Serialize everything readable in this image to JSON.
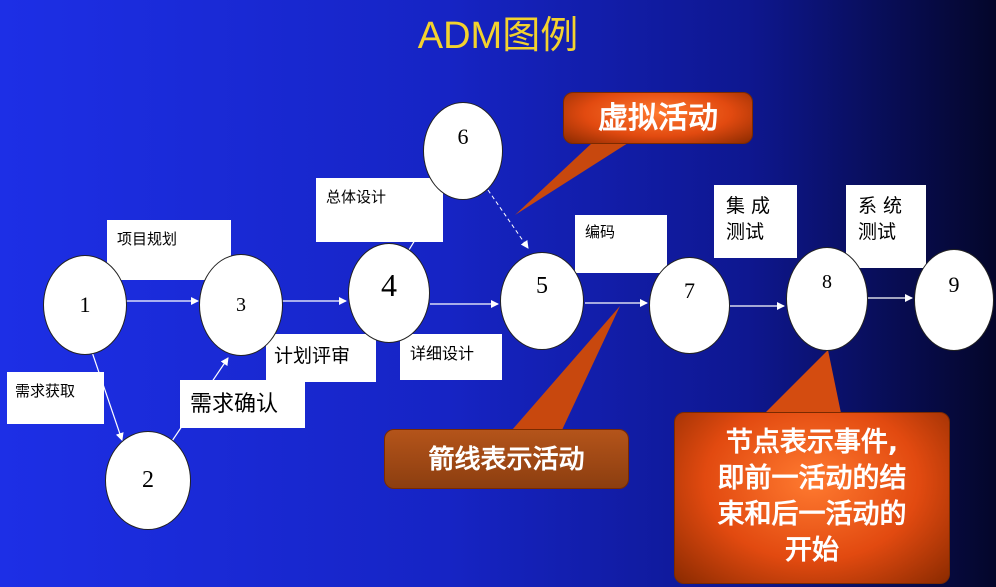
{
  "title": "ADM图例",
  "colors": {
    "title": "#f3d22e",
    "callout": "#e24a10",
    "background": "#1624c4"
  },
  "nodes": {
    "n1": "1",
    "n2": "2",
    "n3": "3",
    "n4": "4",
    "n5": "5",
    "n6": "6",
    "n7": "7",
    "n8": "8",
    "n9": "9"
  },
  "activities": {
    "xuqiu_huoqu": "需求获取",
    "xiangmu_guihua": "项目规划",
    "xuqiu_queren": "需求确认",
    "zongti_sheji": "总体设计",
    "jihua_pingshen": "计划评审",
    "xiangxi_sheji": "详细设计",
    "bianma": "编码",
    "jicheng_line1": "集 成",
    "jicheng_line2": "测试",
    "xitong_line1": "系 统",
    "xitong_line2": "测试"
  },
  "callouts": {
    "virtual": "虚拟活动",
    "arrow": "箭线表示活动",
    "node_line1": "节点表示事件,",
    "node_line2": "即前一活动的结",
    "node_line3": "束和后一活动的",
    "node_line4": "开始"
  }
}
